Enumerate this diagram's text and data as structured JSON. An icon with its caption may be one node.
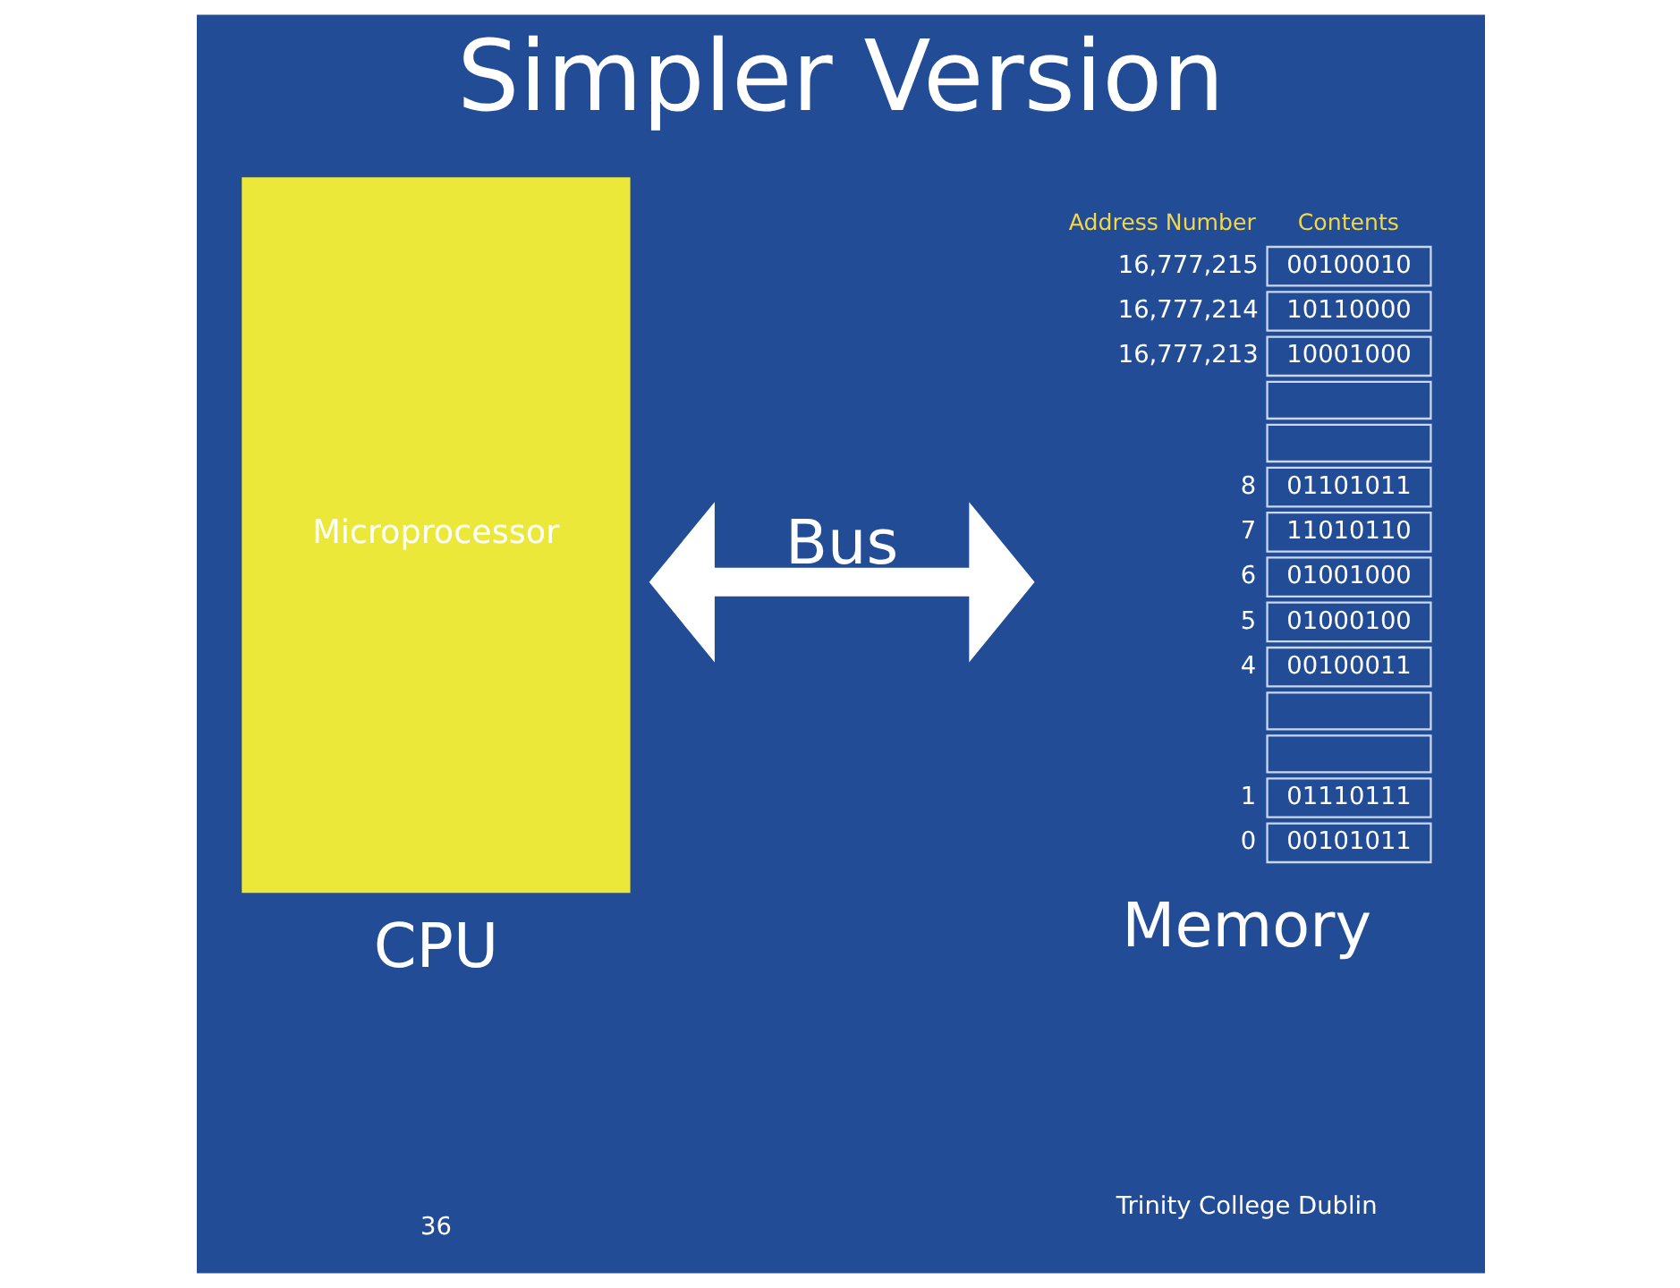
{
  "diagram": {
    "title": "Simpler Version",
    "nodes": [
      {
        "text": [
          "Microprocessor"
        ],
        "beside": [
          "CPU"
        ]
      },
      {
        "text": [
          "Address Number",
          "Contents",
          "16,777,215",
          "00100010",
          "16,777,214",
          "10110000",
          "16,777,213",
          "10001000",
          "8",
          "01101011",
          "7",
          "11010110",
          "6",
          "01001000",
          "5",
          "01000100",
          "4",
          "00100011",
          "1",
          "01110111",
          "0",
          "00101011"
        ],
        "beside": [
          "Memory"
        ]
      }
    ],
    "edges": [
      {
        "from": 0,
        "to": 1,
        "arrow": "both",
        "label": "Bus"
      }
    ],
    "labels": [
      "36",
      "Trinity College Dublin"
    ]
  }
}
